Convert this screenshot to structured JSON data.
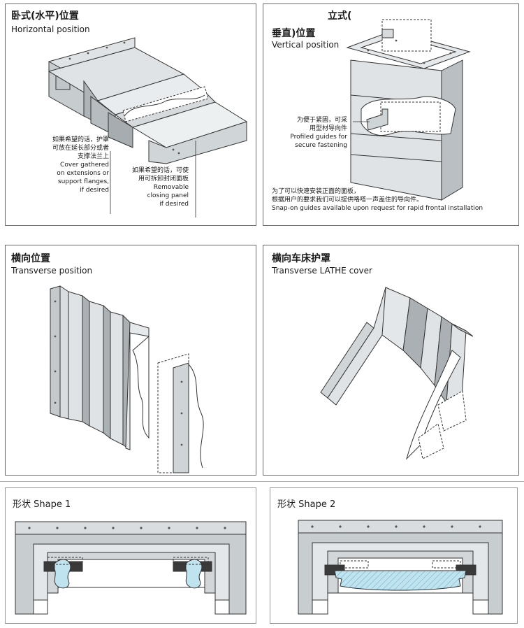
{
  "horizontal": {
    "title_cn": "卧式(水平)位置",
    "title_en": "Horizontal position",
    "note_cover_cn_1": "如果希望的话，护罩",
    "note_cover_cn_2": "可放在延长部分或者",
    "note_cover_cn_3": "支撑法兰上",
    "note_cover_en_1": "Cover gathered",
    "note_cover_en_2": "on extensions or",
    "note_cover_en_3": "support flanges,",
    "note_cover_en_4": "if desired",
    "note_panel_cn_1": "如果希望的话，可使",
    "note_panel_cn_2": "用可拆卸封闭面板",
    "note_panel_en_1": "Removable",
    "note_panel_en_2": "closing panel",
    "note_panel_en_3": "if desired"
  },
  "vertical": {
    "title_cn_1": "立式(",
    "title_cn_2": "垂直)位置",
    "title_en": "Vertical position",
    "note_guides_cn_1": "为便于紧固，可采",
    "note_guides_cn_2": "用型材导向件",
    "note_guides_en_1": "Profiled guides for",
    "note_guides_en_2": "secure fastening",
    "note_snap_cn_1": "为了可以快速安装正面的面板，",
    "note_snap_cn_2": "根据用户的要求我们可以提供咯嗒一声盖住的导向件。",
    "note_snap_en": "Snap-on guides available upon request for rapid frontal installation"
  },
  "transverse": {
    "title_cn": "横向位置",
    "title_en": "Transverse position"
  },
  "lathe": {
    "title_cn": "横向车床护罩",
    "title_en": "Transverse LATHE cover"
  },
  "shape1": {
    "title": "形状 Shape 1"
  },
  "shape2": {
    "title": "形状 Shape 2"
  },
  "colors": {
    "cover_fill": "#dfe3e5",
    "cover_dark": "#a9afb2",
    "line": "#333333",
    "hatch": "#7fc3d9",
    "guide": "#3a3a3a"
  }
}
